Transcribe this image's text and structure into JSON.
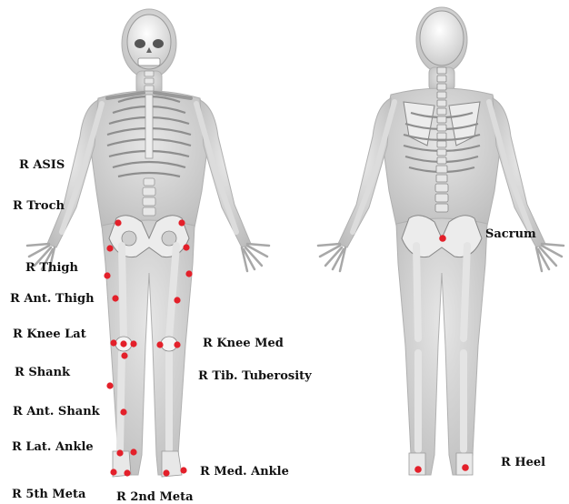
{
  "labels": {
    "r_asis": "R ASIS",
    "r_troch": "R Troch",
    "r_thigh": "R Thigh",
    "r_ant_thigh": "R Ant. Thigh",
    "r_knee_lat": "R Knee Lat",
    "r_shank": "R Shank",
    "r_ant_shank": "R Ant. Shank",
    "r_lat_ankle": "R Lat. Ankle",
    "r_5th_meta": "R 5th Meta",
    "r_2nd_meta": "R 2nd Meta",
    "r_knee_med": "R Knee Med",
    "r_tib_tuberosity": "R Tib. Tuberosity",
    "r_med_ankle": "R Med. Ankle",
    "sacrum": "Sacrum",
    "r_heel": "R Heel"
  },
  "colors": {
    "marker": "#e3202a",
    "skin": "#c9c9c9",
    "bone": "#f2f2f2",
    "bone_stroke": "#9a9a9a"
  }
}
